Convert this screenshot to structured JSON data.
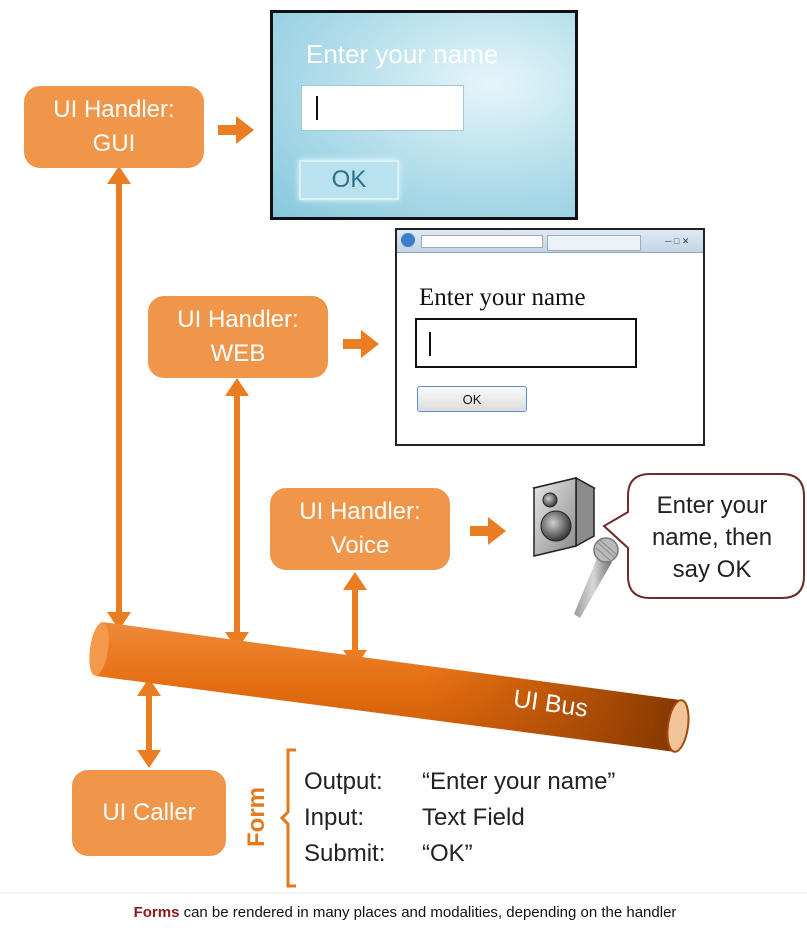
{
  "handlers": {
    "gui": {
      "line1": "UI Handler:",
      "line2": "GUI"
    },
    "web": {
      "line1": "UI Handler:",
      "line2": "WEB"
    },
    "voice": {
      "line1": "UI Handler:",
      "line2": "Voice"
    }
  },
  "gui_window": {
    "prompt": "Enter your name",
    "ok_label": "OK"
  },
  "web_window": {
    "prompt": "Enter your name",
    "ok_label": "OK"
  },
  "voice_bubble": {
    "line1": "Enter your",
    "line2": "name, then",
    "line3": "say OK"
  },
  "bus": {
    "label": "UI Bus"
  },
  "caller": {
    "label": "UI Caller"
  },
  "form": {
    "label": "Form",
    "rows": [
      {
        "key": "Output:",
        "value": "“Enter your name”"
      },
      {
        "key": "Input:",
        "value": "Text Field"
      },
      {
        "key": "Submit:",
        "value": "“OK”"
      }
    ]
  },
  "caption": {
    "bold": "Forms",
    "rest": " can be rendered in many places and modalities, depending on the handler"
  },
  "colors": {
    "handler": "#f0964a",
    "arrow": "#ea7d22",
    "bus": "#e36b0c",
    "accent": "#8b1a1a"
  }
}
